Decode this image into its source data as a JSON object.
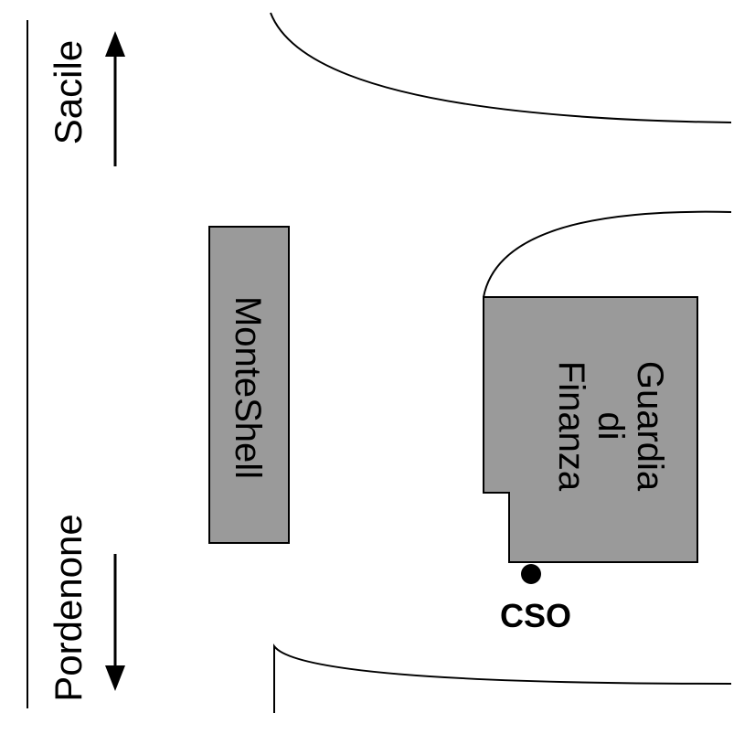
{
  "map": {
    "directions": {
      "north": {
        "label": "Sacile",
        "arrow": "up-arrow-icon"
      },
      "south": {
        "label": "Pordenone",
        "arrow": "down-arrow-icon"
      }
    },
    "buildings": {
      "montshell": {
        "label": "MonteShell",
        "fill": "#9a9a9a"
      },
      "guardia": {
        "label_lines": [
          "Guardia",
          "di",
          "Finanza"
        ],
        "fill": "#9a9a9a"
      }
    },
    "marker": {
      "label": "CSO",
      "icon": "location-dot-icon"
    }
  }
}
